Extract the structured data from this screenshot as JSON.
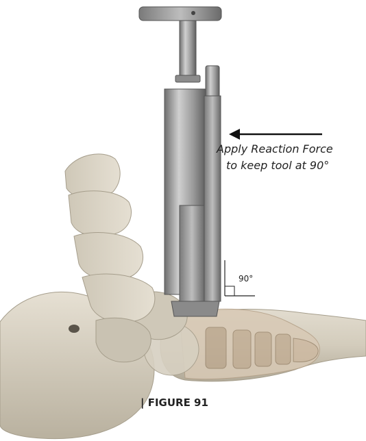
{
  "annotations": {
    "reaction_line_1": "Apply Reaction Force",
    "reaction_line_2": "to keep tool at 90°",
    "angle": "90°"
  },
  "figure": {
    "caption": "| FIGURE 91"
  },
  "colors": {
    "background": "#ffffff",
    "bone": "#d9d3c6",
    "bone_shadow": "#b5ad9c",
    "bone_dark": "#8f8878",
    "tool_metal": "#9a9a9a",
    "tool_highlight": "#c8c8c8",
    "tool_dark": "#6b6b6b",
    "implant_translucent": "#c9b8a3",
    "annotation_text": "#222222",
    "arrow": "#111111"
  }
}
